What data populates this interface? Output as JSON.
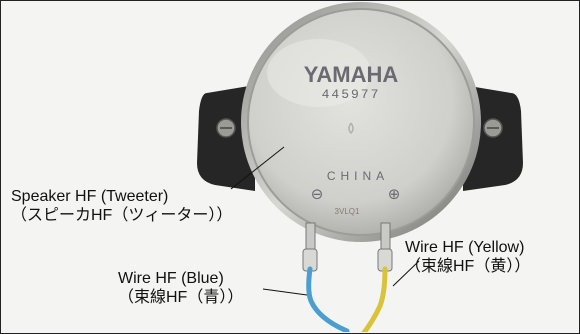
{
  "image": {
    "subject": "tweeter-speaker-photo",
    "background_color": "#f4f4f2",
    "brand_print": "YAMAHA",
    "model_print": "445977",
    "origin_print": "CHINA",
    "minus_mark": "⊖",
    "plus_mark": "⊕",
    "small_print": "3VLQ1"
  },
  "callouts": [
    {
      "id": "speaker-hf",
      "line1": "Speaker HF (Tweeter)",
      "line2": "（スピーカHF（ツィーター））"
    },
    {
      "id": "wire-hf-yellow",
      "line1": "Wire HF (Yellow)",
      "line2": "（束線HF（黄））"
    },
    {
      "id": "wire-hf-blue",
      "line1": "Wire HF (Blue)",
      "line2": "（束線HF（青））"
    }
  ],
  "colors": {
    "wire_blue": "#4a9fd0",
    "wire_yellow": "#d8c33a",
    "housing": "#b8b8b4",
    "bracket": "#2a2a2a"
  }
}
